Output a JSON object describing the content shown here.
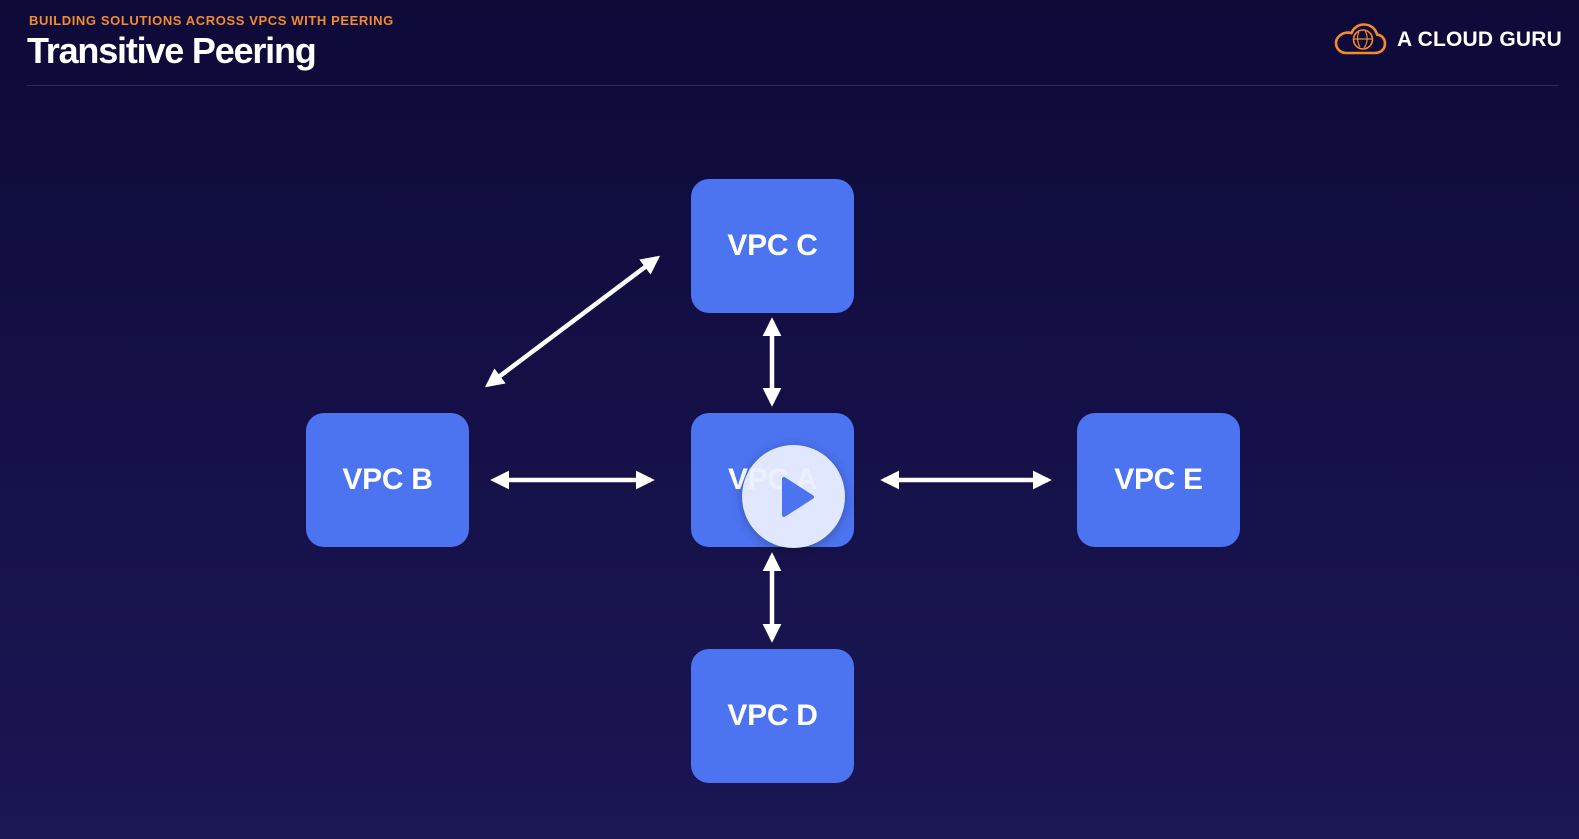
{
  "header": {
    "subtitle": "BUILDING SOLUTIONS ACROSS VPCS WITH PEERING",
    "title": "Transitive Peering"
  },
  "brand": {
    "name": "A CLOUD GURU",
    "icon": "cloud-logo-icon",
    "accent_color": "#f58a2e"
  },
  "diagram": {
    "nodes": {
      "vpc_a": "VPC A",
      "vpc_b": "VPC B",
      "vpc_c": "VPC C",
      "vpc_d": "VPC D",
      "vpc_e": "VPC E"
    },
    "node_color": "#4c73f0",
    "connections": [
      {
        "from": "VPC B",
        "to": "VPC C",
        "type": "bidirectional"
      },
      {
        "from": "VPC C",
        "to": "VPC A",
        "type": "bidirectional"
      },
      {
        "from": "VPC B",
        "to": "VPC A",
        "type": "bidirectional"
      },
      {
        "from": "VPC A",
        "to": "VPC E",
        "type": "bidirectional"
      },
      {
        "from": "VPC A",
        "to": "VPC D",
        "type": "bidirectional"
      }
    ]
  },
  "player": {
    "play_icon": "play-icon"
  }
}
